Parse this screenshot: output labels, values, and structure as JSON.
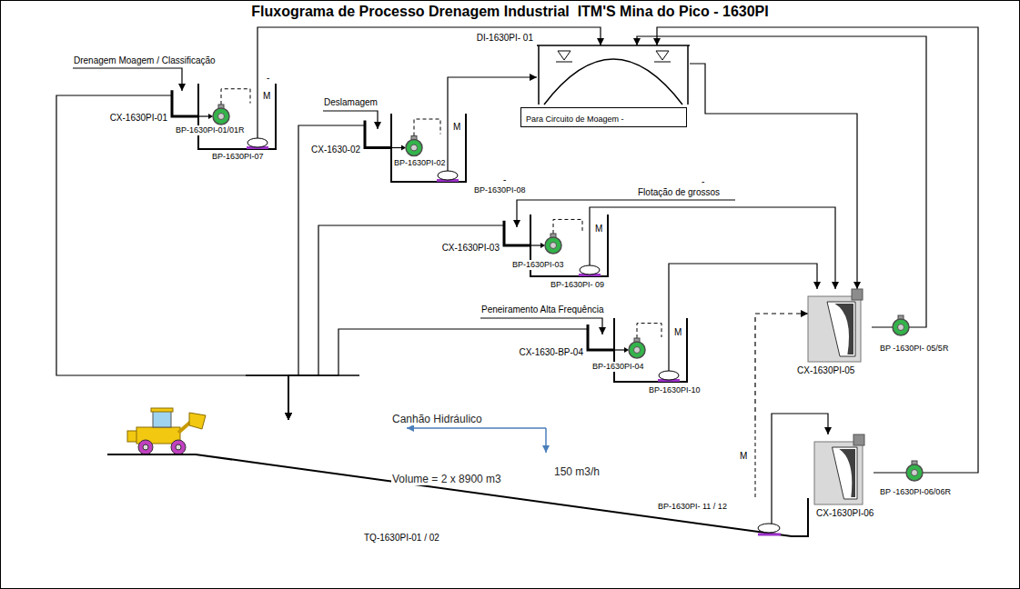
{
  "diagram": {
    "title": "Fluxograma de Processo Drenagem Industrial  ITM'S Mina do Pico - 1630PI",
    "nodes": [
      {
        "text": [
          "DI-1630PI- 01"
        ]
      },
      {
        "text": [
          "Para Circuito de Moagem -"
        ]
      },
      {
        "text": [
          "CX-1630PI-01"
        ]
      },
      {
        "text": [
          "CX-1630-02"
        ]
      },
      {
        "text": [
          "CX-1630PI-03"
        ]
      },
      {
        "text": [
          "CX-1630-BP-04"
        ]
      },
      {
        "text": [
          "CX-1630PI-05"
        ]
      },
      {
        "text": [
          "CX-1630PI-06"
        ]
      },
      {
        "text": [
          "TQ-1630PI-01 / 02"
        ]
      }
    ],
    "edges": [
      {
        "from": 2,
        "to": 0,
        "arrow": "to"
      },
      {
        "from": 3,
        "to": 0,
        "arrow": "to"
      },
      {
        "from": 4,
        "to": 6,
        "arrow": "to"
      },
      {
        "from": 5,
        "to": 6,
        "arrow": "to"
      },
      {
        "from": 0,
        "to": 6,
        "arrow": "to"
      },
      {
        "from": 6,
        "to": 0,
        "arrow": "to"
      },
      {
        "from": 7,
        "to": 0,
        "arrow": "to"
      },
      {
        "from": 2,
        "to": 8,
        "arrow": "to"
      },
      {
        "from": 3,
        "to": 8,
        "arrow": "to"
      },
      {
        "from": 4,
        "to": 8,
        "arrow": "to"
      },
      {
        "from": 5,
        "to": 8,
        "arrow": "to"
      },
      {
        "from": 8,
        "to": 6,
        "arrow": "to"
      },
      {
        "from": 8,
        "to": 7,
        "arrow": "to"
      }
    ],
    "labels": [
      "Drenagem Moagem / Classificação",
      "-",
      "M",
      "BP-1630PI-01/01R",
      "BP-1630PI-07",
      "Deslamagem",
      "M",
      "BP-1630PI-02",
      "-",
      "BP-1630PI-08",
      "-",
      "Flotação de grossos",
      "M",
      "BP-1630PI-03",
      "BP-1630PI- 09",
      "Peneiramento Alta Frequência",
      "M",
      "BP-1630PI-04",
      "BP-1630PI-10",
      "BP -1630PI- 05/5R",
      "Canhão Hidráulico",
      "150 m3/h",
      "Volume = 2 x 8900 m3",
      "BP -1630PI-06/06R",
      "M",
      "BP-1630PI- 11 / 12"
    ]
  }
}
